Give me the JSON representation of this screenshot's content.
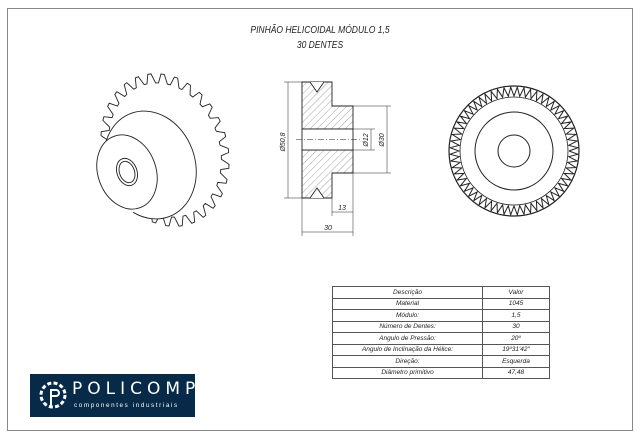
{
  "drawing": {
    "title_line1": "PINHÃO HELICOIDAL MÓDULO 1,5",
    "title_line2": "30 DENTES"
  },
  "dimensions": {
    "outer_diameter": "Ø50,8",
    "bore_diameter": "Ø12",
    "hub_diameter": "Ø30",
    "hub_length": "13",
    "total_length": "30"
  },
  "spec_table": {
    "header": {
      "label": "Descrição",
      "value": "Valor"
    },
    "rows": [
      {
        "label": "Material",
        "value": "1045"
      },
      {
        "label": "Módulo:",
        "value": "1,5"
      },
      {
        "label": "Número de Dentes:",
        "value": "30"
      },
      {
        "label": "Angulo de Pressão:",
        "value": "20º"
      },
      {
        "label": "Angulo de Inclinação da Hélice:",
        "value": "19º31'42\""
      },
      {
        "label": "Direção:",
        "value": "Esquerda"
      },
      {
        "label": "Diâmetro primitivo",
        "value": "47,48"
      }
    ]
  },
  "logo": {
    "name": "POLICOMP",
    "tagline": "componentes industriais",
    "color": "#062a48"
  },
  "teeth_count": 30
}
